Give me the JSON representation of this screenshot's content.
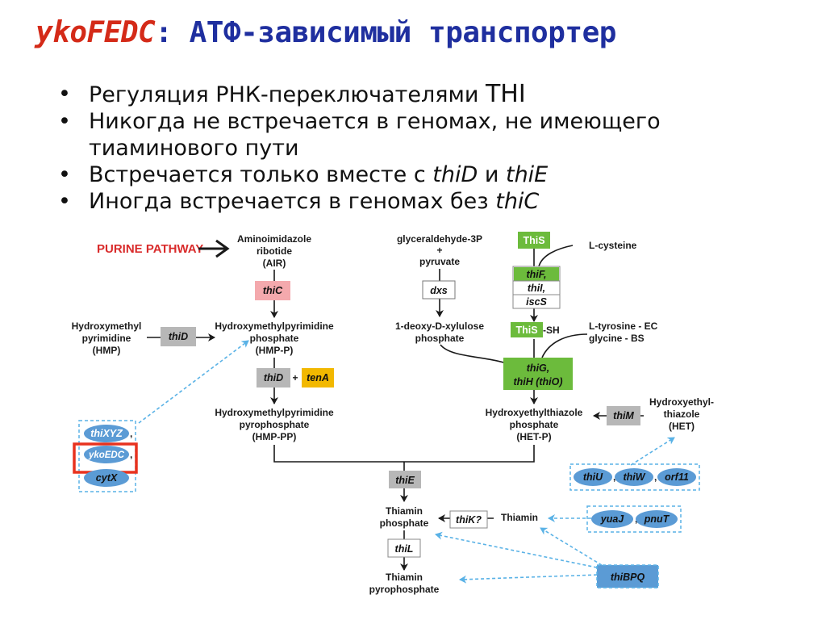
{
  "title": {
    "gene": "ykoFEDC",
    "colon": ":",
    "rest": " АТФ-зависимый транспортер"
  },
  "bullets": [
    {
      "text": "Регуляция РНК-переключателями ",
      "tail": "THI"
    },
    {
      "text": "Никогда не встречается в геномах, не имеющего тиаминового пути"
    },
    {
      "text": "Встречается только вместе с ",
      "g1": "thiD",
      "mid": " и ",
      "g2": "thiE"
    },
    {
      "text": "Иногда встречается в геномах без ",
      "g1": "thiC"
    }
  ],
  "diagram": {
    "purine": "PURINE PATHWAY",
    "air": [
      "Aminoimidazole",
      "ribotide",
      "(AIR)"
    ],
    "hmp": [
      "Hydroxymethyl",
      "pyrimidine",
      "(HMP)"
    ],
    "hmpp": [
      "Hydroxymethylpyrimidine",
      "phosphate",
      "(HMP-P)"
    ],
    "hmppp": [
      "Hydroxymethylpyrimidine",
      "pyrophosphate",
      "(HMP-PP)"
    ],
    "g3p": [
      "glyceraldehyde-3P",
      "+",
      "pyruvate"
    ],
    "dxp": [
      "1-deoxy-D-xylulose",
      "phosphate"
    ],
    "cys": "L-cysteine",
    "tyr": [
      "L-tyrosine - EC",
      "glycine - BS"
    ],
    "het_p": [
      "Hydroxyethylthiazole",
      "phosphate",
      "(HET-P)"
    ],
    "het": [
      "Hydroxyethyl-",
      "thiazole",
      "(HET)"
    ],
    "tp": [
      "Thiamin",
      "phosphate"
    ],
    "thiamin": "Thiamin",
    "tpp": [
      "Thiamin",
      "pyrophosphate"
    ],
    "genes": {
      "thiC": "thiC",
      "thiD1": "thiD",
      "thiD2": "thiD",
      "plus": "+",
      "tenA": "tenA",
      "dxs": "dxs",
      "thiS": "ThiS",
      "thiF": "thiF,",
      "thiI": "thiI,",
      "iscS": "iscS",
      "thiS_sh": "ThiS",
      "sh": "-SH",
      "thiG": "thiG,",
      "thiH": "thiH (thiO)",
      "thiM": "thiM",
      "thiE": "thiE",
      "thiK": "thiK?",
      "thiL": "thiL",
      "thiXYZ": "thiXYZ",
      "ykoEDC": "ykoEDC",
      "cytX": "cytX",
      "comma": ",",
      "thiU": "thiU",
      "thiW": "thiW",
      "orf11": "orf11",
      "yuaJ": "yuaJ",
      "pnuT": "pnuT",
      "thiBPQ": "thiBPQ"
    },
    "colors": {
      "pink": "#f4a9ad",
      "gray": "#b7b7b7",
      "green": "#6cbb3c",
      "orange": "#f2b800",
      "blue": "#5b9bd5",
      "dash": "#5ab2e6",
      "highlight": "#e8321e"
    }
  }
}
